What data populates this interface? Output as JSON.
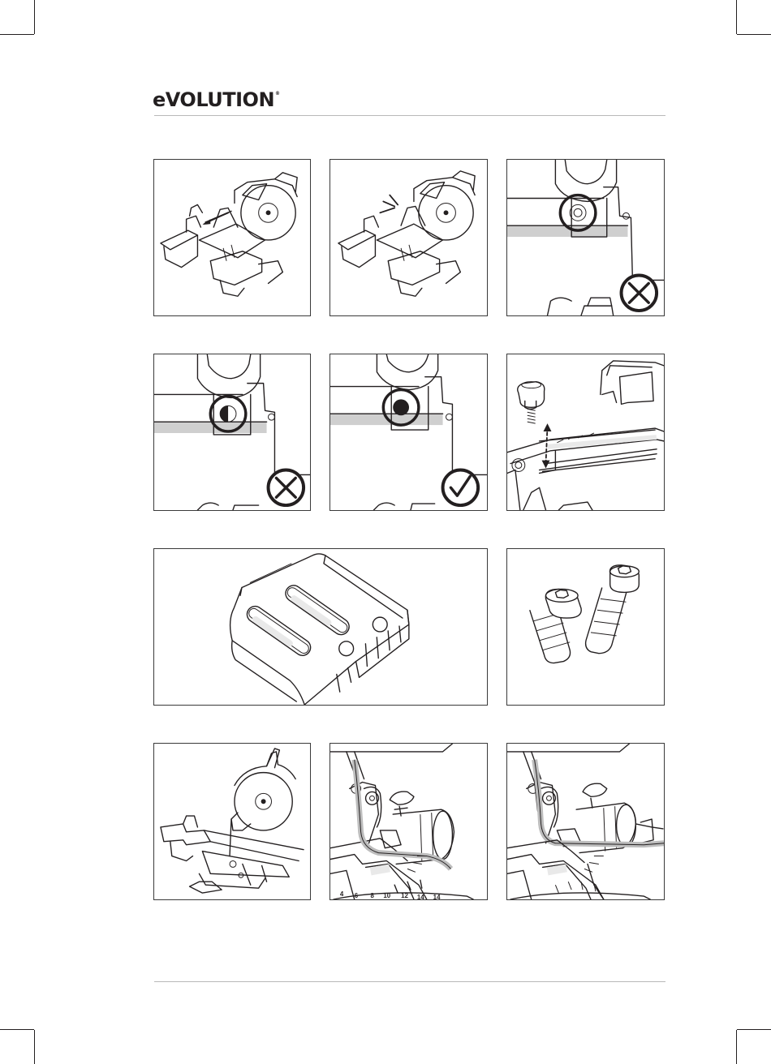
{
  "header": {
    "logo_text": "eVOLUTION",
    "logo_mark": "®"
  },
  "figures": [
    {
      "id": "fig-1",
      "depicts": "mitre-saw-slide-back-arrow"
    },
    {
      "id": "fig-2",
      "depicts": "mitre-saw-click-lock"
    },
    {
      "id": "fig-3",
      "depicts": "lock-pin-wrong",
      "symbol": "cross-icon"
    },
    {
      "id": "fig-4",
      "depicts": "lock-pin-partial-wrong",
      "symbol": "cross-icon"
    },
    {
      "id": "fig-5",
      "depicts": "lock-pin-correct",
      "symbol": "check-icon"
    },
    {
      "id": "fig-6",
      "depicts": "knob-on-rail"
    },
    {
      "id": "fig-7",
      "depicts": "sliding-guard-plate"
    },
    {
      "id": "fig-8",
      "depicts": "hex-socket-bolts"
    },
    {
      "id": "fig-9",
      "depicts": "mitre-saw-side-view"
    },
    {
      "id": "fig-10",
      "depicts": "bevel-scale-hose-loose"
    },
    {
      "id": "fig-11",
      "depicts": "bevel-scale-hose-clipped"
    }
  ],
  "scale_labels": [
    "4",
    "6",
    "8",
    "10",
    "12",
    "14",
    "14"
  ]
}
